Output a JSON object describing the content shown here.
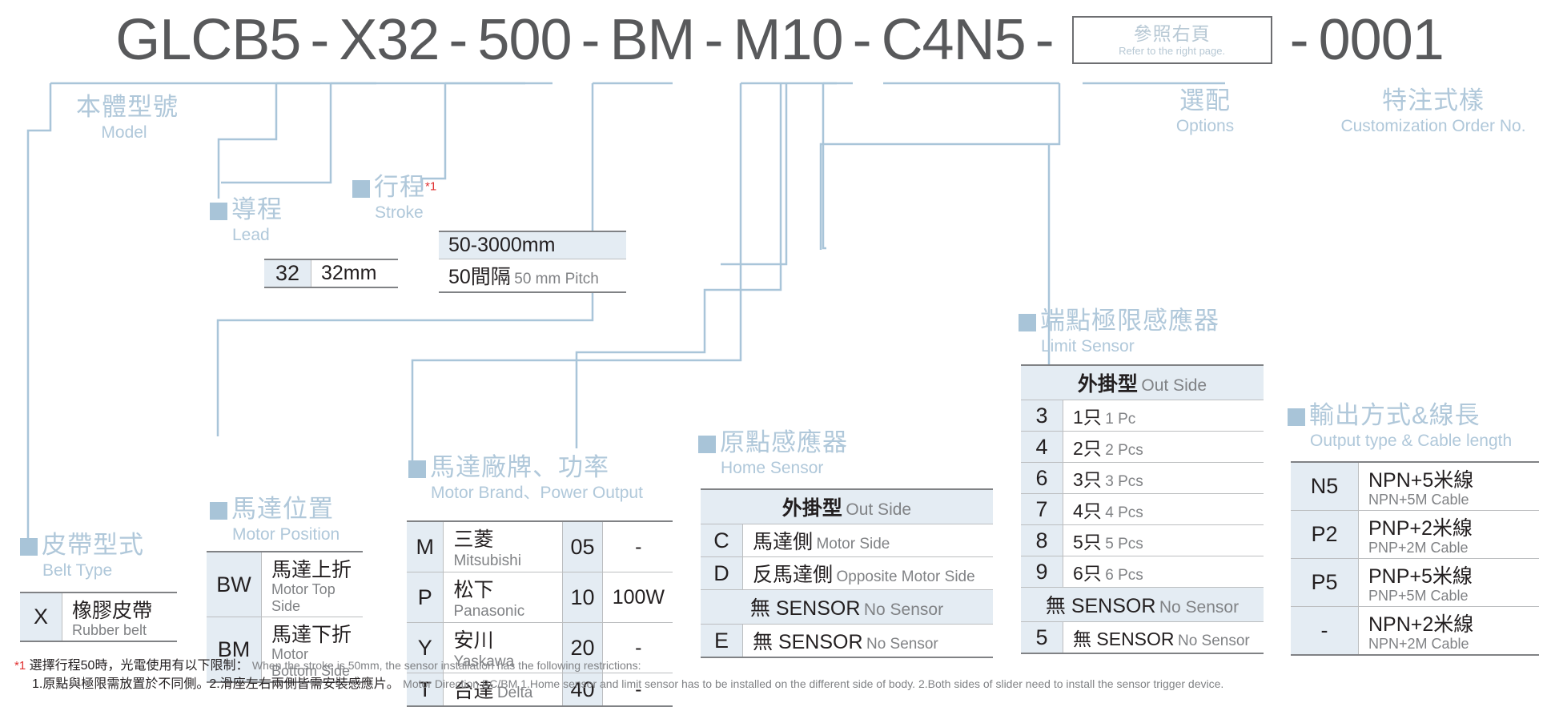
{
  "title": {
    "segments": [
      "GLCB5",
      "X32",
      "500",
      "BM",
      "M10",
      "C4N5"
    ],
    "separator": "-",
    "refbox": {
      "cn": "參照右頁",
      "en": "Refer to the right page."
    },
    "last_segment": "0001"
  },
  "groups": {
    "model": {
      "cn": "本體型號",
      "en": "Model"
    },
    "lead": {
      "cn": "導程",
      "en": "Lead"
    },
    "stroke": {
      "cn": "行程",
      "sup": "*1",
      "en": "Stroke"
    },
    "options": {
      "cn": "選配",
      "en": "Options"
    },
    "custom": {
      "cn": "特注式樣",
      "en": "Customization Order No."
    },
    "limit": {
      "cn": "端點極限感應器",
      "en": "Limit Sensor"
    },
    "output": {
      "cn": "輸出方式&線長",
      "en": "Output type & Cable length"
    },
    "home": {
      "cn": "原點感應器",
      "en": "Home Sensor"
    },
    "motor_brand": {
      "cn": "馬達廠牌、功率",
      "en": "Motor Brand、Power Output"
    },
    "motor_pos": {
      "cn": "馬達位置",
      "en": "Motor Position"
    },
    "belt": {
      "cn": "皮帶型式",
      "en": "Belt Type"
    }
  },
  "tables": {
    "lead": {
      "rows": [
        {
          "code": "32",
          "cn": "32mm",
          "en": ""
        }
      ]
    },
    "stroke": {
      "row1": "50-3000mm",
      "row2_cn": "50間隔",
      "row2_en": "50 mm Pitch"
    },
    "belt": {
      "rows": [
        {
          "code": "X",
          "cn": "橡膠皮帶",
          "en": "Rubber belt"
        }
      ]
    },
    "motor_pos": {
      "rows": [
        {
          "code": "BW",
          "cn": "馬達上折",
          "en": "Motor Top Side"
        },
        {
          "code": "BM",
          "cn": "馬達下折",
          "en": "Motor Bottom Side"
        }
      ]
    },
    "motor_brand": {
      "rows": [
        {
          "code": "M",
          "cn": "三菱",
          "en": "Mitsubishi",
          "pcode": "05",
          "power": "-"
        },
        {
          "code": "P",
          "cn": "松下",
          "en": "Panasonic",
          "pcode": "10",
          "power": "100W"
        },
        {
          "code": "Y",
          "cn": "安川",
          "en": "Yaskawa",
          "pcode": "20",
          "power": "-"
        },
        {
          "code": "T",
          "cn": "台達",
          "en": "Delta",
          "pcode": "40",
          "power": "-"
        }
      ]
    },
    "home": {
      "header": {
        "cn": "外掛型",
        "en": "Out Side"
      },
      "rows": [
        {
          "code": "C",
          "cn": "馬達側",
          "en": "Motor Side"
        },
        {
          "code": "D",
          "cn": "反馬達側",
          "en": "Opposite Motor Side"
        }
      ],
      "span_row": {
        "cn": "無 SENSOR",
        "en": "No Sensor"
      },
      "last_row": {
        "code": "E",
        "cn": "無 SENSOR",
        "en": "No Sensor"
      }
    },
    "limit": {
      "header": {
        "cn": "外掛型",
        "en": "Out Side"
      },
      "rows": [
        {
          "code": "3",
          "cn": "1只",
          "en": "1 Pc"
        },
        {
          "code": "4",
          "cn": "2只",
          "en": "2 Pcs"
        },
        {
          "code": "6",
          "cn": "3只",
          "en": "3 Pcs"
        },
        {
          "code": "7",
          "cn": "4只",
          "en": "4 Pcs"
        },
        {
          "code": "8",
          "cn": "5只",
          "en": "5 Pcs"
        },
        {
          "code": "9",
          "cn": "6只",
          "en": "6 Pcs"
        }
      ],
      "span_row": {
        "cn": "無 SENSOR",
        "en": "No Sensor"
      },
      "last_row": {
        "code": "5",
        "cn": "無 SENSOR",
        "en": "No Sensor"
      }
    },
    "output": {
      "rows": [
        {
          "code": "N5",
          "cn": "NPN+5米線",
          "en": "NPN+5M Cable"
        },
        {
          "code": "P2",
          "cn": "PNP+2米線",
          "en": "PNP+2M Cable"
        },
        {
          "code": "P5",
          "cn": "PNP+5米線",
          "en": "PNP+5M Cable"
        },
        {
          "code": "-",
          "cn": "NPN+2米線",
          "en": "NPN+2M Cable"
        }
      ]
    }
  },
  "footnotes": {
    "star": "*1",
    "line1_cn": "選擇行程50時，光電使用有以下限制：",
    "line1_en": "When the stroke is 50mm, the sensor installation has  the following restrictions:",
    "line2_cn": "1.原點與極限需放置於不同側。2.滑座左右兩側皆需安裝感應片。",
    "line2_en": "Motor Direction BC/BM 1.Home sensor and limit sensor has to be installed on the different side of body.  2.Both sides of slider need to install the sensor trigger device."
  },
  "colors": {
    "accent_blue": "#a8c4d8",
    "code_text": "#58595b",
    "cell_bg": "#e4ecf3"
  }
}
